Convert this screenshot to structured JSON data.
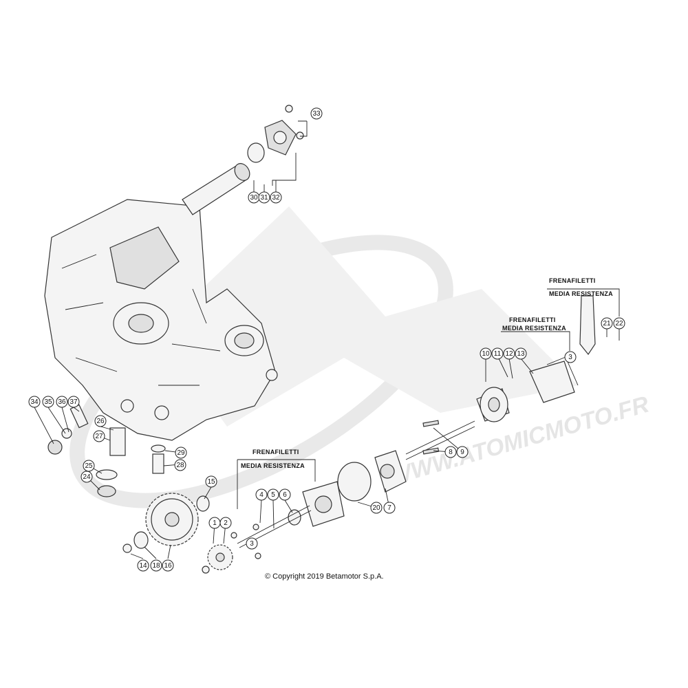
{
  "notes": [
    {
      "line1": "FRENAFILETTI",
      "line2": "MEDIA RESISTENZA"
    },
    {
      "line1": "FRENAFILETTI",
      "line2": "MEDIA RESISTENZA"
    },
    {
      "line1": "FRENAFILETTI",
      "line2": "MEDIA RESISTENZA"
    }
  ],
  "copyright": "© Copyright 2019 Betamotor S.p.A.",
  "watermark": "WWW.ATOMICMOTO.FR",
  "callouts": [
    "33",
    "30",
    "31",
    "32",
    "10",
    "11",
    "12",
    "13",
    "3",
    "21",
    "22",
    "34",
    "35",
    "36",
    "37",
    "26",
    "27",
    "29",
    "28",
    "25",
    "24",
    "15",
    "1",
    "2",
    "4",
    "5",
    "6",
    "3",
    "8",
    "9",
    "20",
    "7",
    "14",
    "18",
    "16"
  ]
}
